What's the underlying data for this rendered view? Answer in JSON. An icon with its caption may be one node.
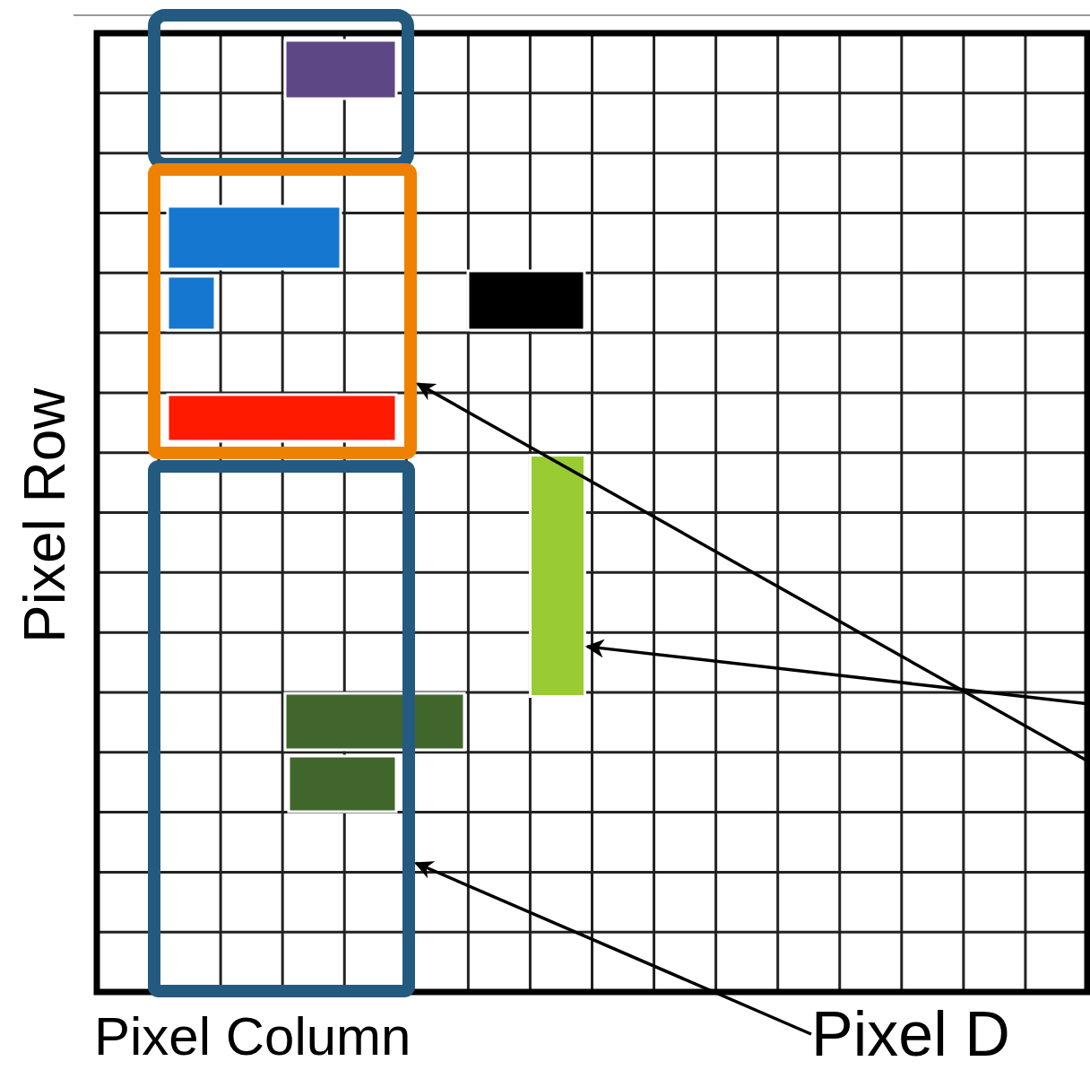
{
  "diagram": {
    "nodes": [
      {
        "text": [],
        "shape": "box"
      },
      {
        "text": [],
        "shape": "bar"
      },
      {
        "text": [],
        "shape": "box"
      },
      {
        "text": [
          "Pixel D"
        ]
      }
    ],
    "edges": [
      {
        "from": null,
        "to": 0,
        "arrow": "to"
      },
      {
        "from": null,
        "to": 1,
        "arrow": "to"
      },
      {
        "from": 3,
        "to": 2,
        "arrow": "to"
      }
    ],
    "labels": [
      "Pixel Row",
      "Pixel Column"
    ]
  }
}
